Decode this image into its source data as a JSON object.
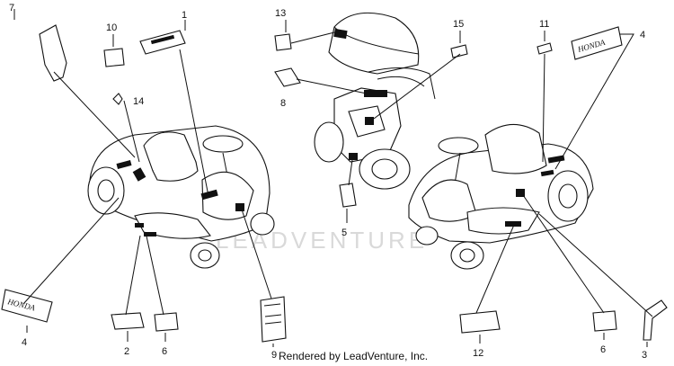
{
  "credit": "Rendered by LeadVenture, Inc.",
  "watermark": "LEADVENTURE",
  "logos": {
    "left": "HONDA",
    "right": "HONDA"
  },
  "callouts": [
    {
      "id": "c7",
      "text": "7"
    },
    {
      "id": "c10",
      "text": "10"
    },
    {
      "id": "c1",
      "text": "1"
    },
    {
      "id": "c14",
      "text": "14"
    },
    {
      "id": "c13",
      "text": "13"
    },
    {
      "id": "c8",
      "text": "8"
    },
    {
      "id": "c15",
      "text": "15"
    },
    {
      "id": "c5",
      "text": "5"
    },
    {
      "id": "c11",
      "text": "11"
    },
    {
      "id": "c4r",
      "text": "4"
    },
    {
      "id": "c4l",
      "text": "4"
    },
    {
      "id": "c2",
      "text": "2"
    },
    {
      "id": "c6l",
      "text": "6"
    },
    {
      "id": "c9",
      "text": "9"
    },
    {
      "id": "c12",
      "text": "12"
    },
    {
      "id": "c6r",
      "text": "6"
    },
    {
      "id": "c3",
      "text": "3"
    }
  ]
}
